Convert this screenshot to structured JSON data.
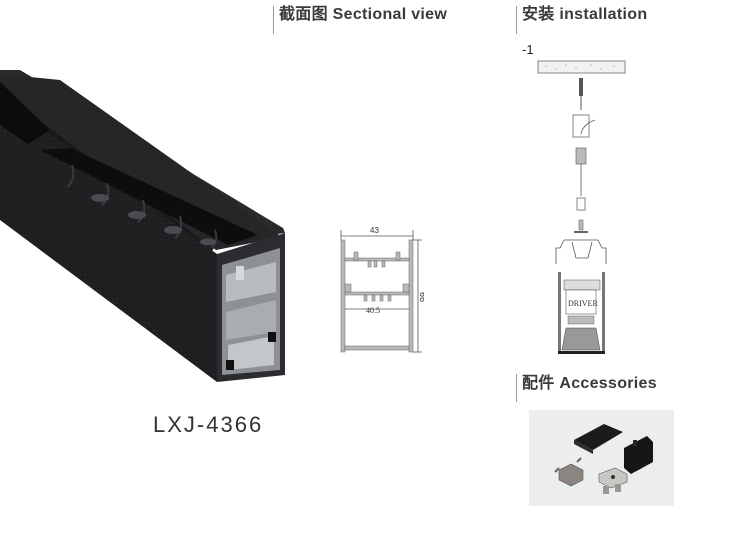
{
  "product": {
    "model": "LXJ-4366",
    "photo_icon": "linear-light-profile-photo"
  },
  "sectional": {
    "heading": "截面图 Sectional view",
    "dimensions": {
      "width_top": "43",
      "height": "66",
      "width_inner": "40.5"
    }
  },
  "installation": {
    "heading": "安装 installation",
    "step_label": "-1",
    "driver_label": "DRIVER"
  },
  "accessories": {
    "heading": "配件 Accessories",
    "photo_icon": "accessories-photo"
  },
  "colors": {
    "profile_body": "#1e1e20",
    "profile_aluminium": "#b9bcbf",
    "heading_text": "#3a3a3a",
    "accessories_bg": "#eceeed"
  }
}
